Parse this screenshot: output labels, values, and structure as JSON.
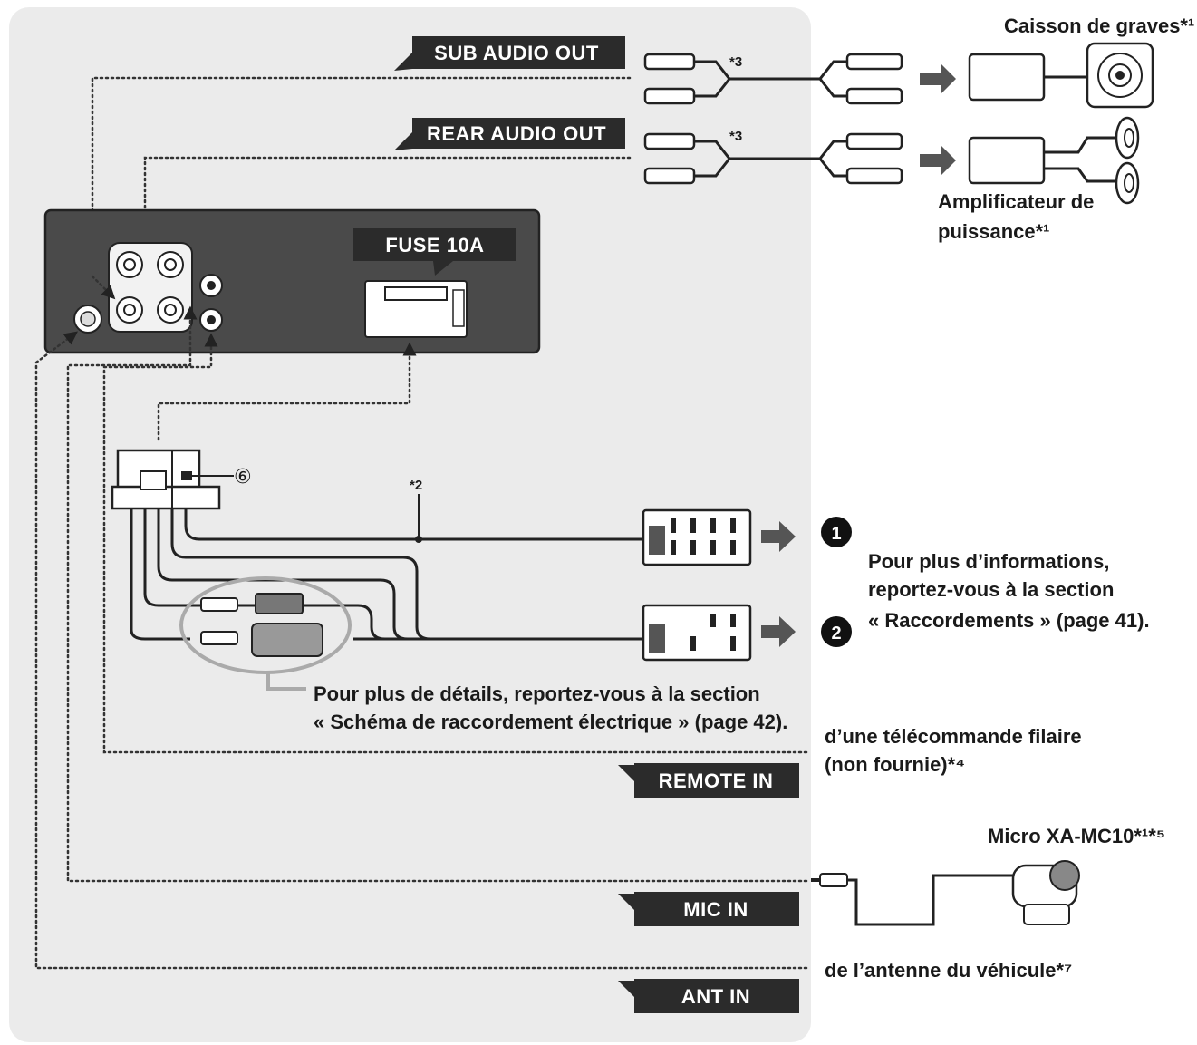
{
  "colors": {
    "panel": "#ebebeb",
    "label_bg": "#2b2b2b",
    "unit": "#4a4a4a",
    "arrow": "#555555"
  },
  "labels": {
    "sub_audio_out": "SUB AUDIO OUT",
    "rear_audio_out": "REAR AUDIO OUT",
    "fuse": "FUSE 10A",
    "remote_in": "REMOTE IN",
    "mic_in": "MIC IN",
    "ant_in": "ANT IN"
  },
  "notes": {
    "n3a": "*3",
    "n3b": "*3",
    "n2": "*2",
    "n6": "⑥"
  },
  "devices": {
    "subwoofer": "Caisson de graves*¹",
    "amplifier_l1": "Amplificateur de",
    "amplifier_l2": "puissance*¹",
    "mic": "Micro XA-MC10*¹*⁵"
  },
  "markers": {
    "one": "1",
    "two": "2"
  },
  "info": {
    "right_l1": "Pour plus d’informations,",
    "right_l2": "reportez-vous à la section",
    "right_l3": "« Raccordements » (page 41).",
    "details_l1": "Pour plus de détails, reportez-vous à la section",
    "details_l2": "« Schéma de raccordement électrique » (page 42).",
    "remote_l1": "d’une télécommande filaire",
    "remote_l2": "(non fournie)*⁴",
    "antenna": "de l’antenne du véhicule*⁷"
  }
}
